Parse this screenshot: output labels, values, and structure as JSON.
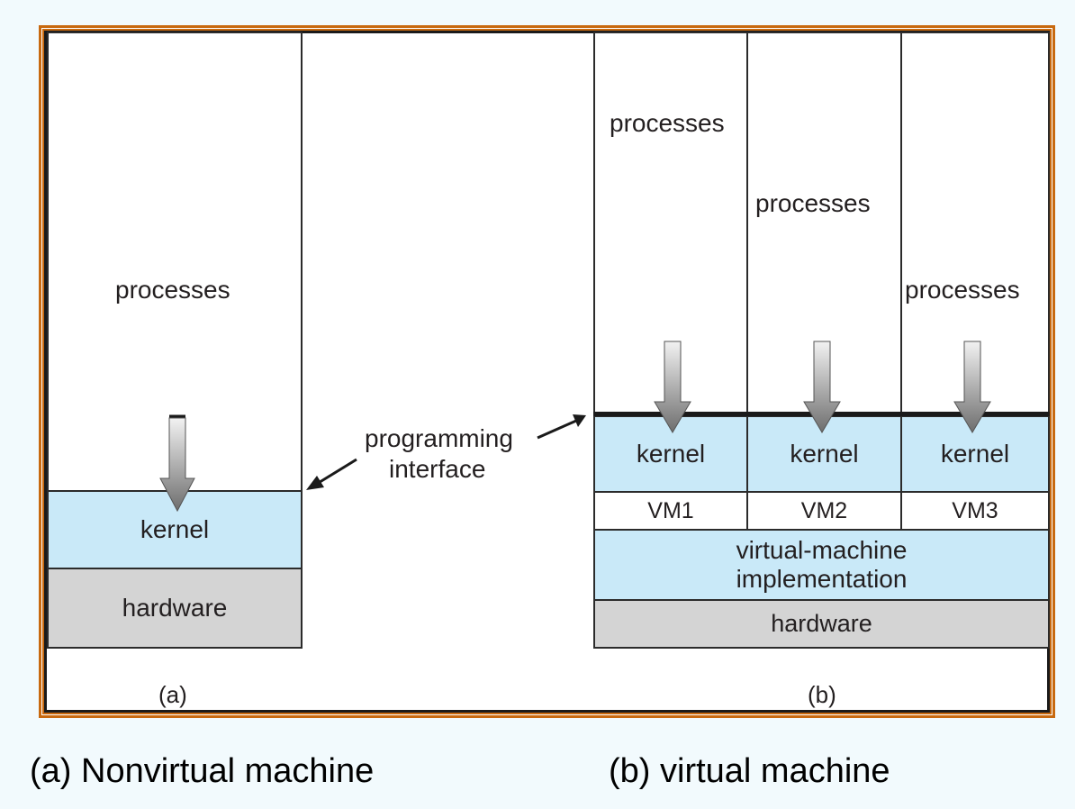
{
  "diagram_a": {
    "processes": "processes",
    "kernel": "kernel",
    "hardware": "hardware",
    "label": "(a)"
  },
  "interface_label": {
    "line1": "programming",
    "line2": "interface"
  },
  "diagram_b": {
    "columns": [
      {
        "processes": "processes",
        "kernel": "kernel",
        "vm": "VM1"
      },
      {
        "processes": "processes",
        "kernel": "kernel",
        "vm": "VM2"
      },
      {
        "processes": "processes",
        "kernel": "kernel",
        "vm": "VM3"
      }
    ],
    "vm_impl_line1": "virtual-machine",
    "vm_impl_line2": "implementation",
    "hardware": "hardware",
    "label": "(b)"
  },
  "captions": {
    "a": "(a) Nonvirtual machine",
    "b": "(b) virtual machine"
  },
  "colors": {
    "frame_orange": "#c8690f",
    "kernel_blue": "#c9e9f8",
    "hardware_gray": "#d4d4d4",
    "page_background": "#f2fafd"
  }
}
